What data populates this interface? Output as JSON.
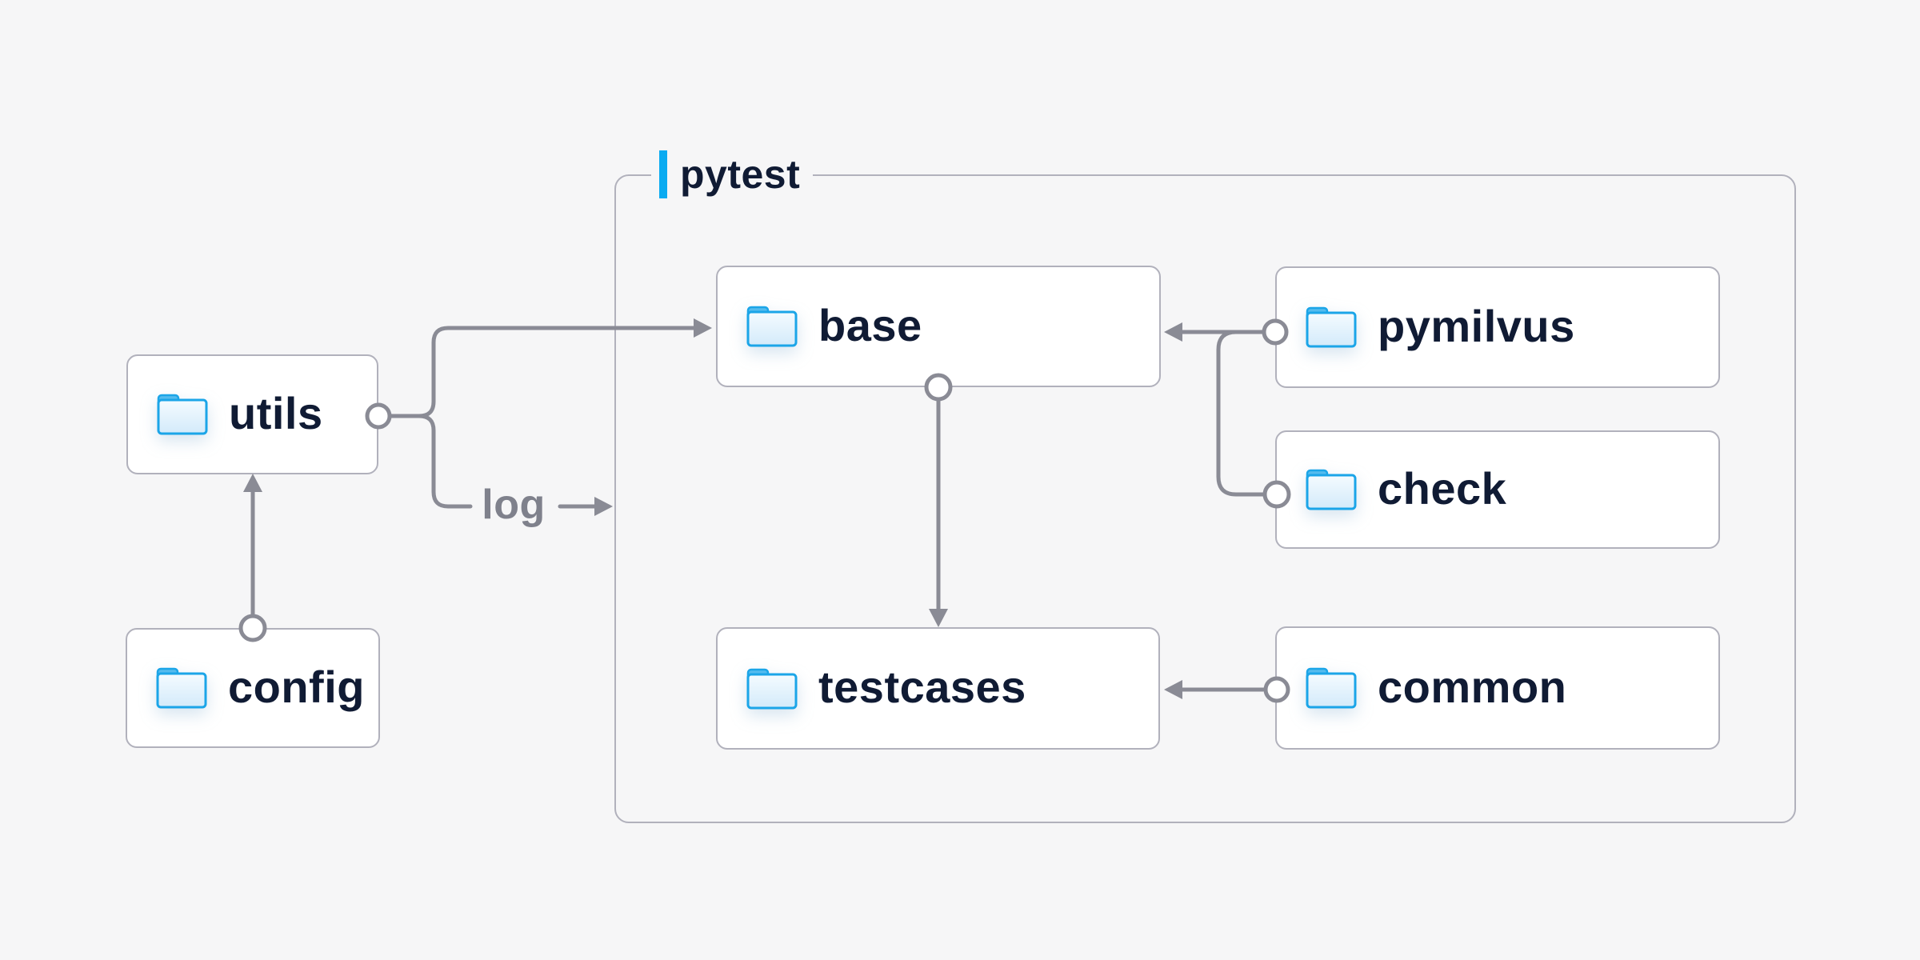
{
  "diagram": {
    "title_hint": "folder dependency diagram",
    "container": {
      "label": "pytest",
      "accent_color": "#0babf1"
    },
    "nodes": [
      {
        "id": "utils",
        "label": "utils",
        "group": null
      },
      {
        "id": "config",
        "label": "config",
        "group": null
      },
      {
        "id": "base",
        "label": "base",
        "group": "pytest"
      },
      {
        "id": "pymilvus",
        "label": "pymilvus",
        "group": "pytest"
      },
      {
        "id": "check",
        "label": "check",
        "group": "pytest"
      },
      {
        "id": "testcases",
        "label": "testcases",
        "group": "pytest"
      },
      {
        "id": "common",
        "label": "common",
        "group": "pytest"
      }
    ],
    "edges": [
      {
        "from": "config",
        "to": "utils",
        "label": ""
      },
      {
        "from": "utils",
        "to": "base",
        "label": ""
      },
      {
        "from": "utils",
        "to": "pytest",
        "label": "log"
      },
      {
        "from": "pymilvus",
        "to": "base",
        "label": ""
      },
      {
        "from": "check",
        "to": "base",
        "label": ""
      },
      {
        "from": "base",
        "to": "testcases",
        "label": ""
      },
      {
        "from": "common",
        "to": "testcases",
        "label": ""
      }
    ],
    "log_label": "log"
  },
  "colors": {
    "background": "#f6f6f7",
    "node_fill": "#ffffff",
    "node_border": "#b1b1bc",
    "edge_gray": "#8a8b95",
    "label_navy": "#101b34",
    "log_gray": "#7f818c",
    "accent_blue": "#0babf1",
    "folder_stroke": "#1ba5e8",
    "folder_tab": "#54bbee",
    "folder_body_light": "#f4fbff",
    "folder_body_dark": "#d3eafa"
  }
}
